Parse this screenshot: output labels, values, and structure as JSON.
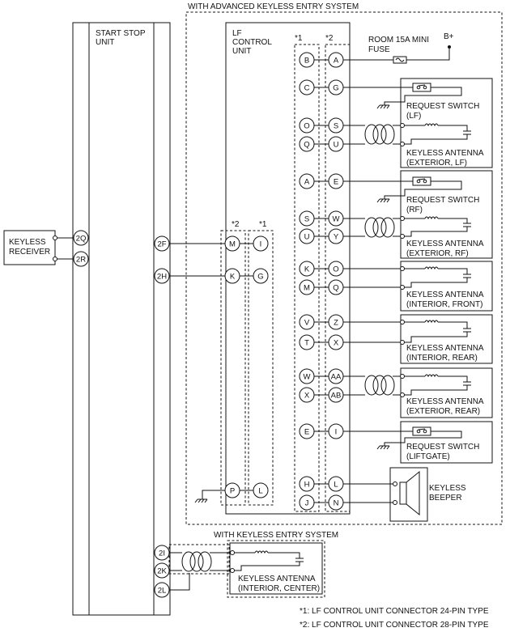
{
  "labels": {
    "advanced_system": "WITH ADVANCED KEYLESS ENTRY SYSTEM",
    "keyless_system": "WITH KEYLESS ENTRY SYSTEM",
    "start_stop_line1": "START STOP",
    "start_stop_line2": "UNIT",
    "lf_line1": "LF",
    "lf_line2": "CONTROL",
    "lf_line3": "UNIT",
    "star1": "*1",
    "star2": "*2",
    "fuse_line1": "ROOM 15A MINI",
    "fuse_line2": "FUSE",
    "bplus": "B+",
    "receiver_line1": "KEYLESS",
    "receiver_line2": "RECEIVER",
    "beeper_line1": "KEYLESS",
    "beeper_line2": "BEEPER",
    "note1": "*1: LF CONTROL UNIT CONNECTOR 24-PIN TYPE",
    "note2": "*2: LF CONTROL UNIT CONNECTOR 28-PIN TYPE"
  },
  "components": [
    {
      "line1": "REQUEST SWITCH",
      "line2": "(LF)"
    },
    {
      "line1": "KEYLESS ANTENNA",
      "line2": "(EXTERIOR, LF)"
    },
    {
      "line1": "REQUEST SWITCH",
      "line2": "(RF)"
    },
    {
      "line1": "KEYLESS ANTENNA",
      "line2": "(EXTERIOR, RF)"
    },
    {
      "line1": "KEYLESS ANTENNA",
      "line2": "(INTERIOR, FRONT)"
    },
    {
      "line1": "KEYLESS ANTENNA",
      "line2": "(INTERIOR, REAR)"
    },
    {
      "line1": "KEYLESS ANTENNA",
      "line2": "(EXTERIOR, REAR)"
    },
    {
      "line1": "REQUEST SWITCH",
      "line2": "(LIFTGATE)"
    },
    {
      "line1": "KEYLESS ANTENNA",
      "line2": "(INTERIOR, CENTER)"
    }
  ],
  "pins": {
    "right_24": [
      "B",
      "C",
      "O",
      "Q",
      "A",
      "S",
      "U",
      "K",
      "M",
      "V",
      "T",
      "W",
      "X",
      "E",
      "H",
      "J"
    ],
    "right_28": [
      "A",
      "G",
      "S",
      "U",
      "E",
      "W",
      "Y",
      "O",
      "Q",
      "Z",
      "X",
      "AA",
      "AB",
      "I",
      "L",
      "N"
    ],
    "left_28": [
      "M",
      "K",
      "P"
    ],
    "left_24": [
      "I",
      "G",
      "L"
    ],
    "start_stop": [
      "2F",
      "2H",
      "2I",
      "2K",
      "2L"
    ],
    "start_stop_left": [
      "2Q",
      "2R"
    ]
  }
}
